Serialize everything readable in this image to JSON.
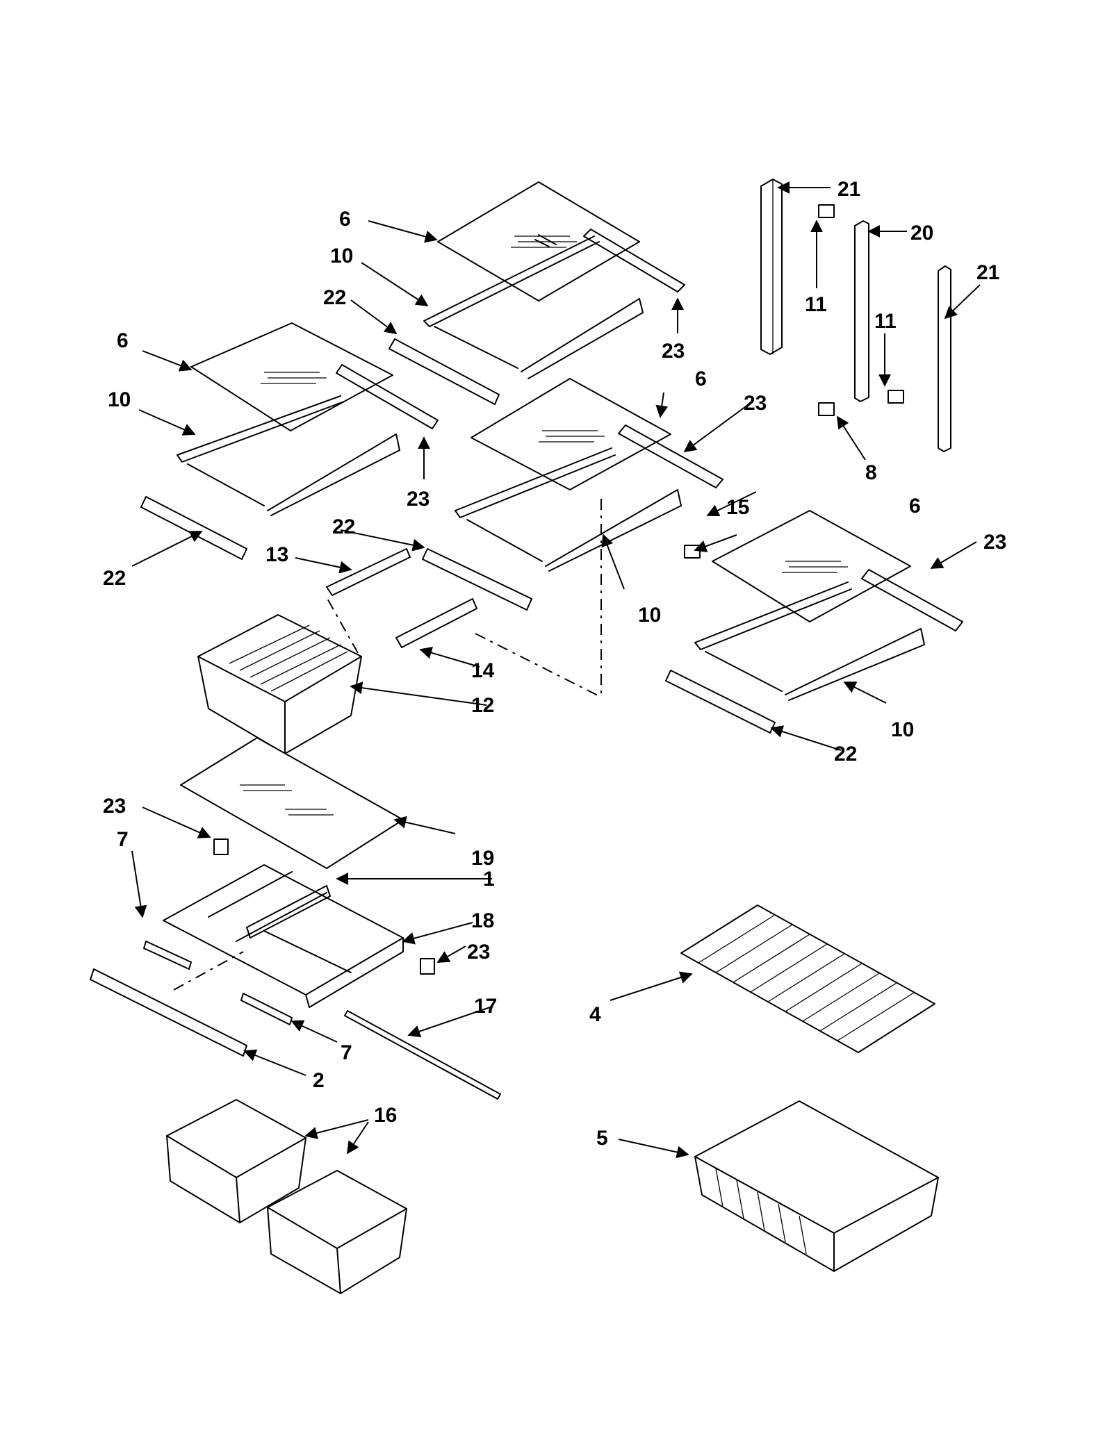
{
  "diagram": {
    "callouts": [
      "1",
      "2",
      "4",
      "5",
      "6",
      "7",
      "8",
      "10",
      "11",
      "12",
      "13",
      "14",
      "15",
      "16",
      "17",
      "18",
      "19",
      "20",
      "21",
      "22",
      "23"
    ],
    "colors": {
      "line": "#000000",
      "background": "#ffffff"
    }
  }
}
